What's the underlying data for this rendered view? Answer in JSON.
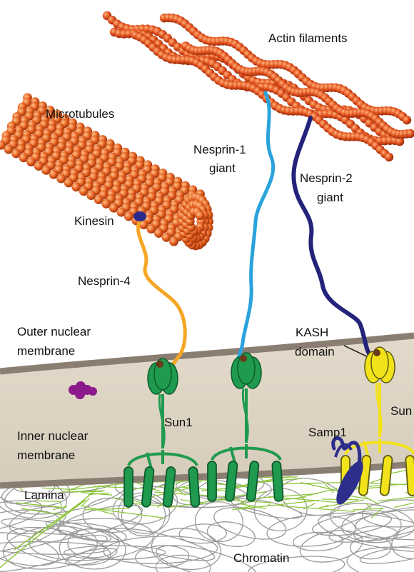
{
  "labels": {
    "actin": "Actin filaments",
    "microtubules": "Microtubules",
    "nesprin1_line1": "Nesprin-1",
    "nesprin1_line2": "giant",
    "nesprin2_line1": "Nesprin-2",
    "nesprin2_line2": "giant",
    "kinesin": "Kinesin",
    "nesprin4": "Nesprin-4",
    "onm_line1": "Outer nuclear",
    "onm_line2": "membrane",
    "kash_line1": "KASH",
    "kash_line2": "domain",
    "sun1": "Sun1",
    "sun_right": "Sun",
    "samp1": "Samp1",
    "inm_line1": "Inner nuclear",
    "inm_line2": "membrane",
    "lamina": "Lamina",
    "chromatin": "Chromatin"
  },
  "colors": {
    "actin": "#d9451c",
    "microtubule": "#e0561f",
    "nesprin1": "#2aa3dc",
    "nesprin2": "#23237a",
    "nesprin4": "#f5a623",
    "kinesin": "#2a2a8a",
    "sun1": "#1f9a4e",
    "sun2": "#f2e21a",
    "samp1": "#2d2d8c",
    "nuclear_envelope": "#ddd3c3",
    "membrane_edge": "#8a7e72",
    "lamina": "#8ec63f",
    "chromatin": "#9a9a9a",
    "blob": "#8b1a8b"
  }
}
